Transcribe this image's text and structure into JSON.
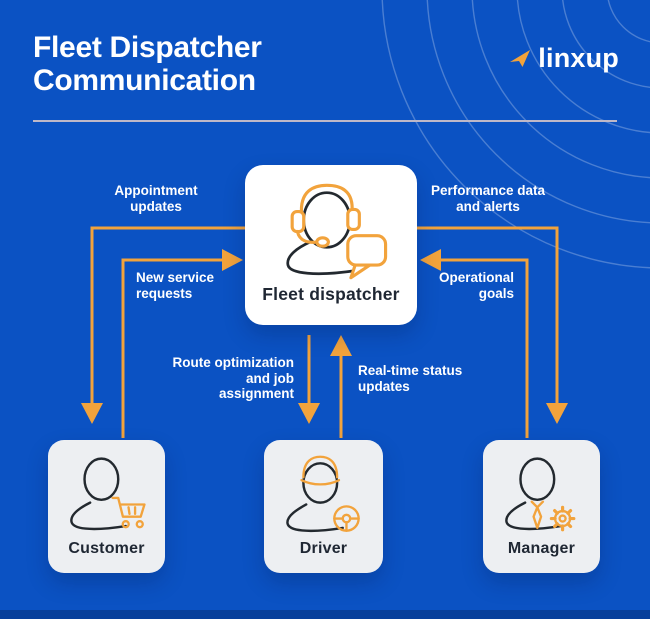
{
  "header": {
    "title_line1": "Fleet Dispatcher",
    "title_line2": "Communication",
    "brand": "linxup"
  },
  "nodes": {
    "dispatcher": {
      "label": "Fleet dispatcher"
    },
    "customer": {
      "label": "Customer"
    },
    "driver": {
      "label": "Driver"
    },
    "manager": {
      "label": "Manager"
    }
  },
  "flows": [
    {
      "id": "appointment-updates",
      "from": "Fleet dispatcher",
      "to": "Customer",
      "label": "Appointment updates"
    },
    {
      "id": "new-service-requests",
      "from": "Customer",
      "to": "Fleet dispatcher",
      "label": "New service requests"
    },
    {
      "id": "performance-data",
      "from": "Fleet dispatcher",
      "to": "Manager",
      "label": "Performance data and alerts"
    },
    {
      "id": "operational-goals",
      "from": "Manager",
      "to": "Fleet dispatcher",
      "label": "Operational goals"
    },
    {
      "id": "route-optimization",
      "from": "Fleet dispatcher",
      "to": "Driver",
      "label": "Route optimization and job assignment"
    },
    {
      "id": "realtime-status",
      "from": "Driver",
      "to": "Fleet dispatcher",
      "label": "Real-time status updates"
    }
  ],
  "icons": {
    "dispatcher": "headset-agent-with-speech-bubble",
    "customer": "person-with-shopping-cart",
    "driver": "person-with-cap-and-steering-wheel",
    "manager": "person-with-tie-and-gear",
    "brand_mark": "linxup-arrow"
  },
  "colors": {
    "background": "#0B52C3",
    "accent_orange": "#F2A33C",
    "card_white": "#FFFFFF",
    "card_gray": "#EDEFF2",
    "text_white": "#FFFFFF",
    "text_dark": "#1F2733",
    "divider": "#BEB8C8"
  }
}
